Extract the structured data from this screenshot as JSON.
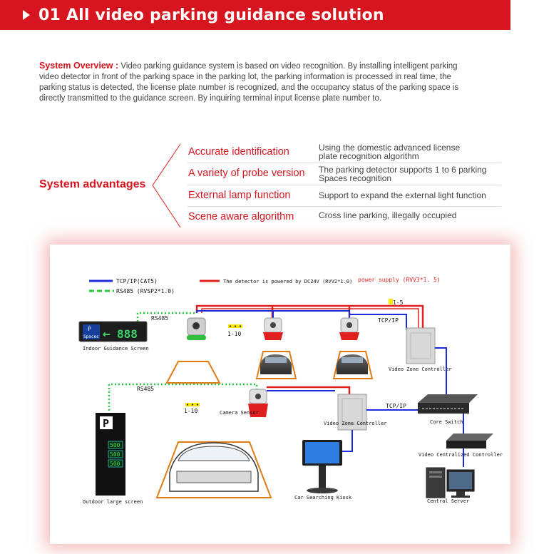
{
  "header": {
    "title": "01 All video parking guidance solution"
  },
  "overview": {
    "lead": "System Overview :",
    "text": " Video parking guidance system is based on video recognition. By installing intelligent parking video detector in front of the parking space in the parking lot, the parking information is processed in real time, the parking status is detected, the license plate number is recognized, and the occupancy status of the parking space is directly transmitted to the guidance screen. By inquiring terminal input license plate number to."
  },
  "advantages": {
    "title": "System advantages",
    "items": [
      {
        "name": "Accurate identification",
        "desc1": "Using the domestic advanced license",
        "desc2": "plate recognition algorithm"
      },
      {
        "name": "A variety of probe version",
        "desc1": "The parking detector supports 1 to 6 parking",
        "desc2": "Spaces recognition"
      },
      {
        "name": "External lamp function",
        "desc1": "Support to expand the external light function",
        "desc2": ""
      },
      {
        "name": "Scene aware algorithm",
        "desc1": "Cross line parking, illegally occupied",
        "desc2": ""
      }
    ]
  },
  "diagram": {
    "legend": {
      "tcpip": "TCP/IP(CAT5)",
      "rs485": "RS485 (RVSP2*1.0)",
      "power_detector": "The detector is powered by DC24V (RVV2*1.0)",
      "power_supply": "power supply (RVV3*1. 5)"
    },
    "labels": {
      "rs485_top": "RS485",
      "rs485_mid": "RS485",
      "range_top": "1-10",
      "range_mid": "1-10",
      "range_right": "1-5",
      "tcpip_top": "TCP/IP",
      "tcpip_mid": "TCP/IP",
      "indoor_screen": "Indoor Guidance Screen",
      "indoor_p": "P",
      "indoor_spaces": "Spaces",
      "indoor_digits": "888",
      "camera_sensor": "Camera Sensor",
      "vzc_top": "Video Zone Controller",
      "vzc_mid": "Video Zone Controller",
      "core_switch": "Core Switch",
      "vcc": "Video Centralized Controller",
      "central_server": "Central Server",
      "kiosk": "Car Searching Kiosk",
      "outdoor_screen": "Outdoor large screen",
      "outdoor_p": "P",
      "outdoor_values": [
        "500",
        "500",
        "500"
      ]
    },
    "colors": {
      "tcp": "#1e2bd8",
      "power": "#e0201e",
      "rs485": "#27c93f",
      "accent": "#d7151f"
    }
  }
}
